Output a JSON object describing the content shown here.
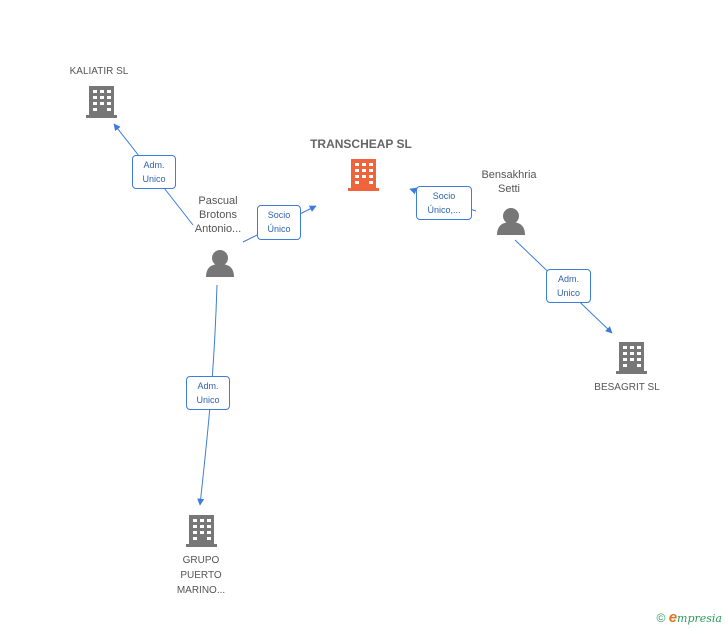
{
  "colors": {
    "edge": "#3d7dd9",
    "building": "#777777",
    "main_building": "#f0643c",
    "person": "#777777"
  },
  "nodes": {
    "main": {
      "name": "TRANSCHEAP SL"
    },
    "kaliatir": {
      "name": "KALIATIR SL"
    },
    "besagrit": {
      "name": "BESAGRIT SL"
    },
    "grupo": {
      "lines": [
        "GRUPO",
        "PUERTO",
        "MARINO..."
      ]
    },
    "pascual": {
      "lines": [
        "Pascual",
        "Brotons",
        "Antonio..."
      ]
    },
    "bensakhria": {
      "lines": [
        "Bensakhria",
        "Setti"
      ]
    }
  },
  "edges": {
    "pascual_kaliatir": [
      "Adm.",
      "Unico"
    ],
    "pascual_main": [
      "Socio",
      "Único"
    ],
    "bensakhria_main": [
      "Socio",
      "Único,..."
    ],
    "bensakhria_besagrit": [
      "Adm.",
      "Unico"
    ],
    "pascual_grupo": [
      "Adm.",
      "Unico"
    ]
  },
  "footer": {
    "copyright": "©",
    "brand_e": "e",
    "brand_rest": "mpresia"
  }
}
